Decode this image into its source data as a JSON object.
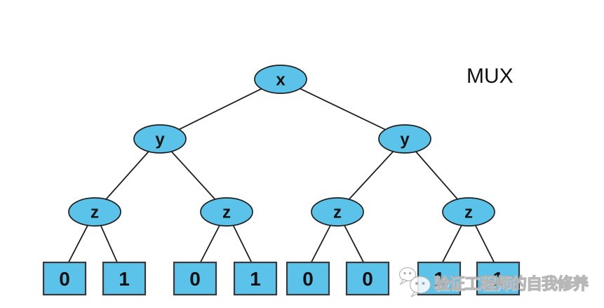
{
  "title": "MUX",
  "tree": {
    "root_label": "x",
    "y_nodes": [
      "y",
      "y"
    ],
    "z_nodes": [
      "z",
      "z",
      "z",
      "z"
    ],
    "leaves": [
      "0",
      "1",
      "0",
      "1",
      "0",
      "0",
      "1",
      "1"
    ]
  },
  "watermark": {
    "icon": "wechat-icon",
    "text": "验证工程师的自我修养"
  },
  "colors": {
    "node_fill": "#5BC2EA",
    "node_stroke": "#1f1f1f",
    "edge": "#1f1f1f",
    "label": "#111111",
    "watermark_gray": "#b5b5b5"
  }
}
